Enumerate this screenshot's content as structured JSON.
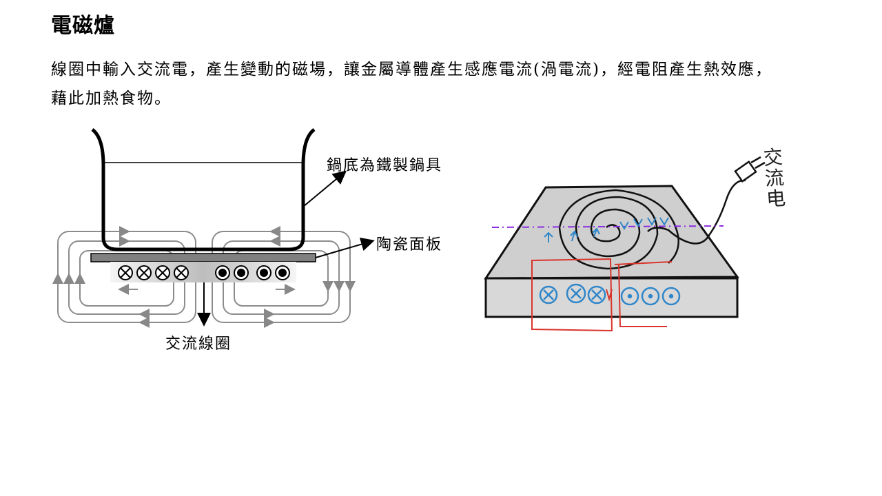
{
  "page": {
    "title": "電磁爐",
    "paragraph_lines": [
      "線圈中輸入交流電，產生變動的磁場，讓金屬導體產生感應電流(渦電流)，經電阻產生熱效應，",
      "藉此加熱食物。"
    ]
  },
  "left_diagram": {
    "labels": {
      "pot": "鍋底為鐵製鍋具",
      "panel": "陶瓷面板",
      "coil": "交流線圈"
    },
    "coil_symbols_in": 4,
    "coil_symbols_out": 4
  },
  "right_diagram": {
    "handwritten_label": "交流电",
    "colors": {
      "coil_symbols": "#2f86c9",
      "current_loops": "#d9342b",
      "axis_dashed": "#8a2be2",
      "stovetop": "#cfcfcf"
    }
  }
}
